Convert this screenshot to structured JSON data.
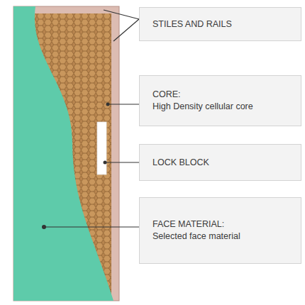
{
  "diagram": {
    "nodes": [
      {
        "text": [
          "STILES AND RAILS"
        ]
      },
      {
        "text": [
          "CORE:",
          "High Density cellular core"
        ]
      },
      {
        "text": [
          "LOCK BLOCK"
        ]
      },
      {
        "text": [
          "FACE MATERIAL:",
          "Selected face material"
        ]
      }
    ]
  }
}
